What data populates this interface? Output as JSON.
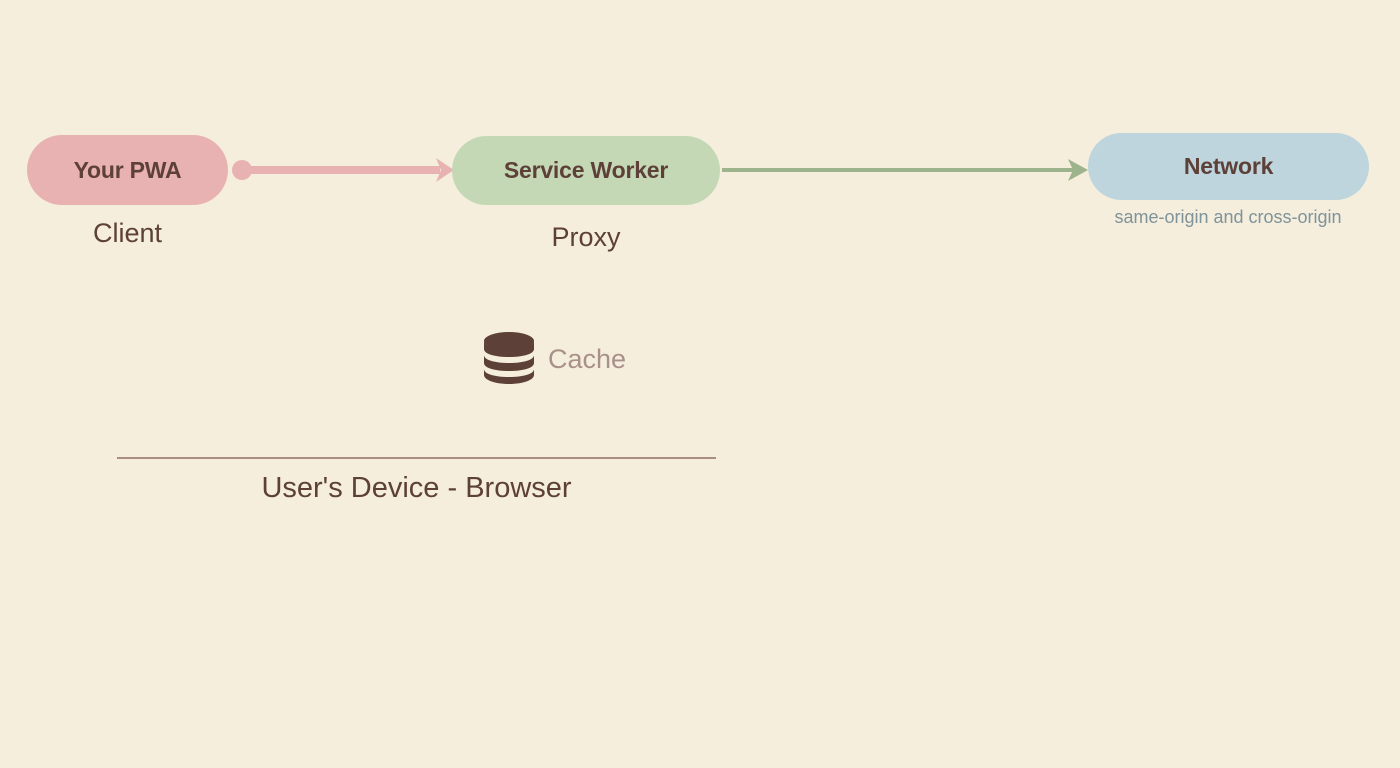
{
  "diagram": {
    "background_color": "#f5eedd",
    "title_text_color": "#5d4037",
    "nodes": [
      {
        "id": "pwa",
        "label": "Your PWA",
        "caption": "Client",
        "color": "#e9b2b2"
      },
      {
        "id": "service-worker",
        "label": "Service Worker",
        "caption": "Proxy",
        "color": "#c5d8b6"
      },
      {
        "id": "network",
        "label": "Network",
        "caption": "same-origin and cross-origin",
        "color": "#bed5dd",
        "caption_color": "#7e939a"
      }
    ],
    "connectors": [
      {
        "id": "pwa-to-service-worker",
        "from": "pwa",
        "to": "service-worker",
        "color": "#e9b2b2",
        "start_marker": "dot",
        "end_marker": "arrow"
      },
      {
        "id": "service-worker-to-network",
        "from": "service-worker",
        "to": "network",
        "color": "#9db38c",
        "start_marker": "none",
        "end_marker": "arrow"
      }
    ],
    "cache": {
      "icon": "database-icon",
      "label": "Cache",
      "icon_color": "#5d4037",
      "label_color": "#a9908a"
    },
    "boundary": {
      "label": "User's Device - Browser",
      "line_color": "#a98e84"
    }
  }
}
